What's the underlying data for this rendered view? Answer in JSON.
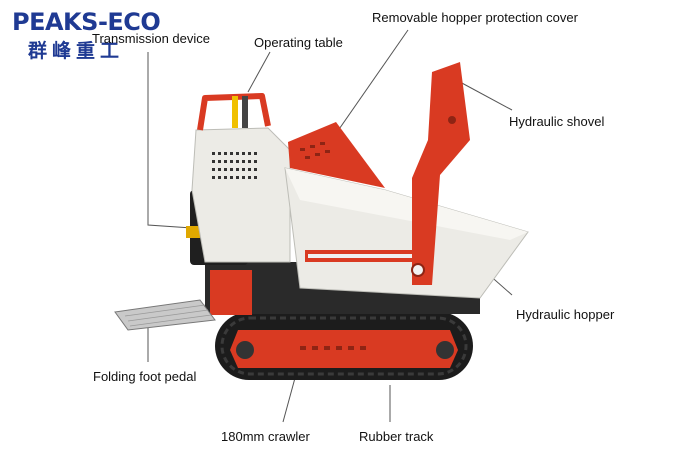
{
  "logo": {
    "brand_en": "PEAKS-ECO",
    "brand_cn": "群峰重工",
    "colors": {
      "brand_blue": "#1f3a93"
    }
  },
  "labels": {
    "transmission_device": "Transmission device",
    "operating_table": "Operating table",
    "removable_hopper_cover": "Removable hopper protection cover",
    "hydraulic_shovel": "Hydraulic shovel",
    "hydraulic_hopper": "Hydraulic hopper",
    "folding_foot_pedal": "Folding foot pedal",
    "crawler_180mm": "180mm crawler",
    "rubber_track": "Rubber track"
  },
  "colors": {
    "machine_red": "#d93a22",
    "hopper_white": "#ecebe6",
    "track_black": "#1c1c1c",
    "leader_line": "#555555"
  }
}
